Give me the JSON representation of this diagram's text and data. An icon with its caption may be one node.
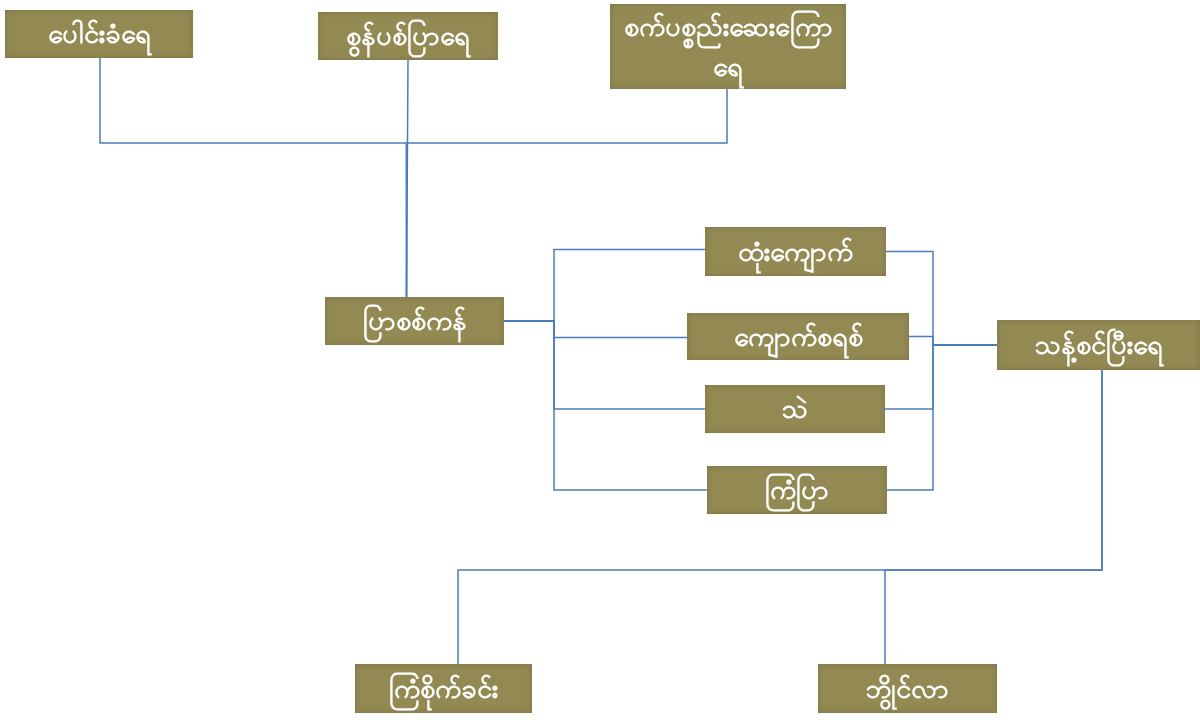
{
  "diagram": {
    "nodes": [
      {
        "text": [
          "ပေါင်းခံရေ"
        ]
      },
      {
        "text": [
          "စွန်ပစ်ပြာရေ"
        ]
      },
      {
        "text": [
          "စက်ပစ္စည်းဆေးကြောရေ"
        ]
      },
      {
        "text": [
          "ပြာစစ်ကန်"
        ]
      },
      {
        "text": [
          "ထုံးကျောက်"
        ]
      },
      {
        "text": [
          "ကျောက်စရစ်"
        ]
      },
      {
        "text": [
          "သဲ"
        ]
      },
      {
        "text": [
          "ကြံပြာ"
        ]
      },
      {
        "text": [
          "သန့်စင်ပြီးရေ"
        ]
      },
      {
        "text": [
          "ကြံစိုက်ခင်း"
        ]
      },
      {
        "text": [
          "ဘွိုင်လာ"
        ]
      }
    ],
    "edges": [
      {
        "from": 0,
        "to": 3,
        "arrow": "none"
      },
      {
        "from": 1,
        "to": 3,
        "arrow": "none"
      },
      {
        "from": 2,
        "to": 3,
        "arrow": "none"
      },
      {
        "from": 3,
        "to": 4,
        "arrow": "none"
      },
      {
        "from": 3,
        "to": 5,
        "arrow": "none"
      },
      {
        "from": 3,
        "to": 6,
        "arrow": "none"
      },
      {
        "from": 3,
        "to": 7,
        "arrow": "none"
      },
      {
        "from": 4,
        "to": 8,
        "arrow": "none"
      },
      {
        "from": 5,
        "to": 8,
        "arrow": "none"
      },
      {
        "from": 6,
        "to": 8,
        "arrow": "none"
      },
      {
        "from": 7,
        "to": 8,
        "arrow": "none"
      },
      {
        "from": 8,
        "to": 9,
        "arrow": "none"
      },
      {
        "from": 8,
        "to": 10,
        "arrow": "none"
      }
    ]
  }
}
